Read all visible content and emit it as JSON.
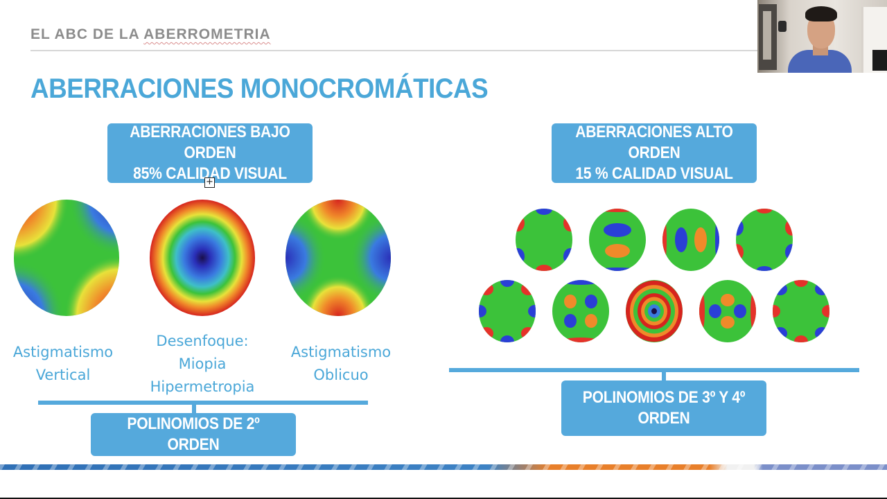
{
  "header": {
    "title_plain": "EL ABC DE LA ",
    "title_underlined": "ABERROMETRIA"
  },
  "slide_title": "ABERRACIONES MONOCROMÁTICAS",
  "low_order_box": {
    "line1": "ABERRACIONES BAJO ORDEN",
    "line2": "85% CALIDAD VISUAL"
  },
  "high_order_box": {
    "line1": "ABERRACIONES ALTO ORDEN",
    "line2": "15 % CALIDAD VISUAL"
  },
  "captions": {
    "vertical_astig": [
      "Astigmatismo",
      "Vertical"
    ],
    "defocus": [
      "Desenfoque:",
      "Miopia",
      "Hipermetropia"
    ],
    "oblique_astig": [
      "Astigmatismo",
      "Oblicuo"
    ]
  },
  "poly2_label": "POLINOMIOS DE 2º ORDEN",
  "poly34_label": "POLINOMIOS DE 3º Y 4º ORDEN",
  "colors": {
    "accent_blue": "#55a9dc",
    "title_blue": "#4aa7d8",
    "map_green": "#3cc23a",
    "map_red": "#e5322a",
    "map_blue": "#2a3fd6"
  },
  "icons": {
    "cursor": "plus-box-icon"
  }
}
